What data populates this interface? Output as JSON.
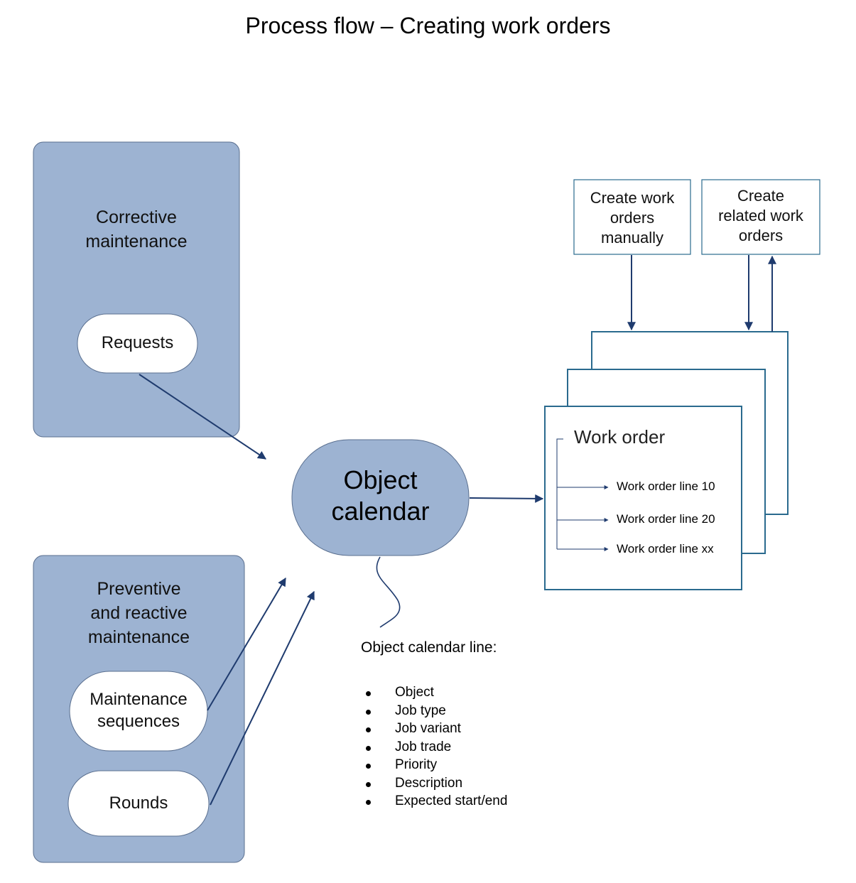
{
  "title": "Process flow – Creating work orders",
  "corrective": {
    "title_lines": [
      "Corrective",
      "maintenance"
    ],
    "requests_label": "Requests"
  },
  "preventive": {
    "title_lines": [
      "Preventive",
      "and reactive",
      "maintenance"
    ],
    "sequences_lines": [
      "Maintenance",
      "sequences"
    ],
    "rounds_label": "Rounds"
  },
  "object_calendar": {
    "lines": [
      "Object",
      "calendar"
    ]
  },
  "manual_box": {
    "lines": [
      "Create work",
      "orders",
      "manually"
    ]
  },
  "related_box": {
    "lines": [
      "Create",
      "related work",
      "orders"
    ]
  },
  "work_order": {
    "title": "Work order",
    "lines": [
      "Work order line 10",
      "Work order line 20",
      "Work order line xx"
    ]
  },
  "calendar_line": {
    "heading": "Object calendar line:",
    "attributes": [
      "Object",
      "Job type",
      "Job variant",
      "Job trade",
      "Priority",
      "Description",
      "Expected start/end"
    ]
  },
  "colors": {
    "group_fill": "#9db3d2",
    "group_stroke": "#5a6f8f",
    "arrow": "#1f3b6e",
    "box_stroke": "#2a6a8e"
  }
}
